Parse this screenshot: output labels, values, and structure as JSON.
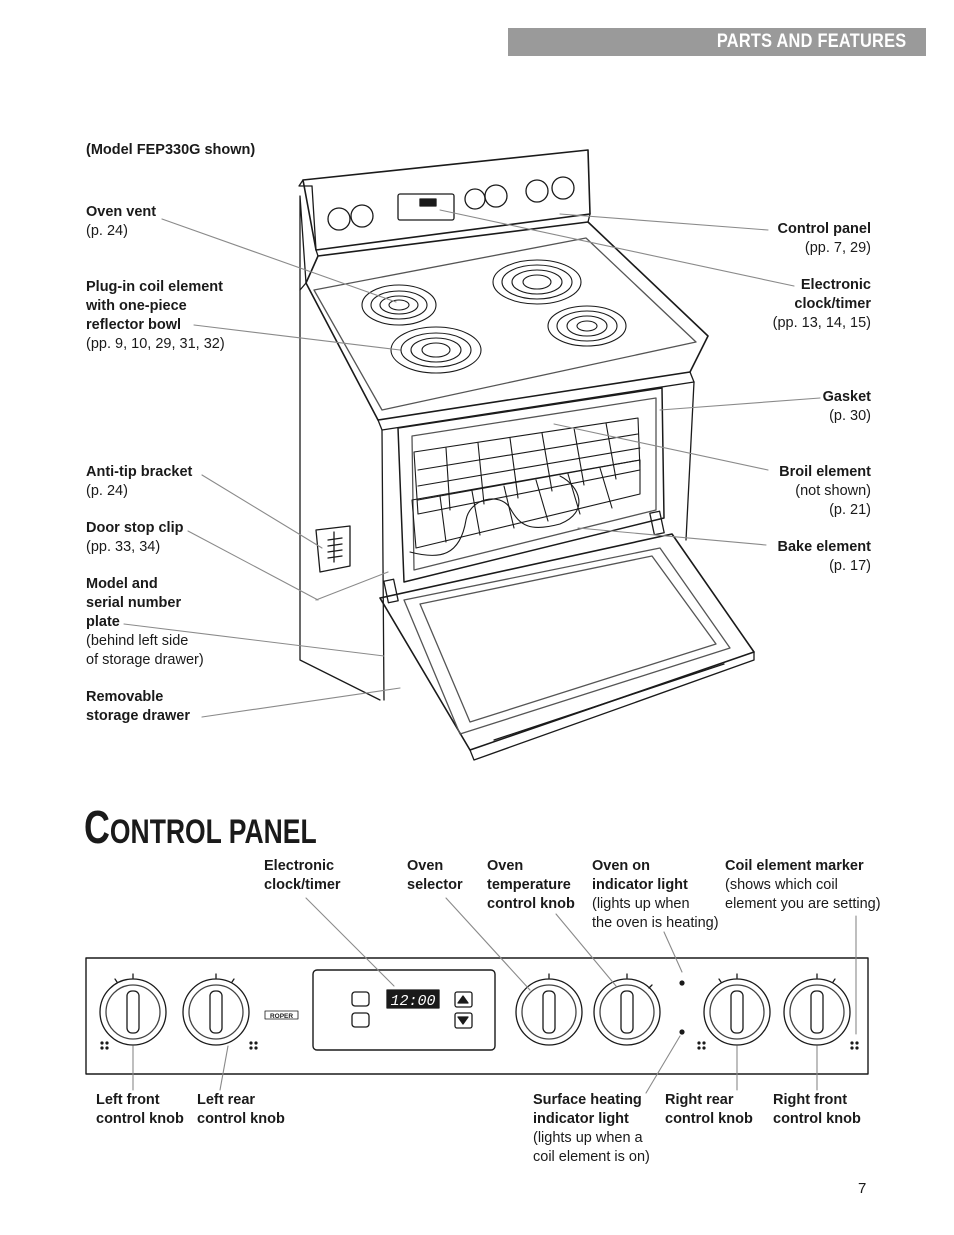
{
  "header": {
    "section": "PARTS AND FEATURES"
  },
  "model_note": "(Model FEP330G shown)",
  "range_labels": {
    "oven_vent": {
      "title": "Oven vent",
      "ref": "(p. 24)"
    },
    "plug_in_coil": {
      "title_lines": [
        "Plug-in coil element",
        "with one-piece",
        "reflector bowl"
      ],
      "ref": "(pp. 9, 10, 29, 31, 32)"
    },
    "anti_tip": {
      "title": "Anti-tip bracket",
      "ref": "(p. 24)"
    },
    "door_stop": {
      "title": "Door stop clip",
      "ref": "(pp. 33, 34)"
    },
    "model_plate": {
      "title_lines": [
        "Model and",
        "serial number",
        "plate"
      ],
      "note_lines": [
        "(behind left side",
        "of storage drawer)"
      ]
    },
    "storage_drawer": {
      "title_lines": [
        "Removable",
        "storage drawer"
      ]
    },
    "control_panel": {
      "title": "Control panel",
      "ref": "(pp. 7, 29)"
    },
    "electronic_clock": {
      "title_lines": [
        "Electronic",
        "clock/timer"
      ],
      "ref": "(pp. 13, 14, 15)"
    },
    "gasket": {
      "title": "Gasket",
      "ref": "(p. 30)"
    },
    "broil_element": {
      "title": "Broil element",
      "note": "(not shown)",
      "ref": "(p. 21)"
    },
    "bake_element": {
      "title": "Bake element",
      "ref": "(p. 17)"
    }
  },
  "section_title": {
    "cap": "C",
    "rest": "ONTROL PANEL"
  },
  "panel_labels": {
    "clock": {
      "lines": [
        "Electronic",
        "clock/timer"
      ]
    },
    "oven_selector": {
      "lines": [
        "Oven",
        "selector"
      ]
    },
    "oven_temp": {
      "lines": [
        "Oven",
        "temperature",
        "control knob"
      ]
    },
    "oven_on": {
      "lines": [
        "Oven on",
        "indicator light"
      ],
      "note_lines": [
        "(lights up when",
        "the oven is heating)"
      ]
    },
    "coil_marker": {
      "title": "Coil element marker",
      "note_lines": [
        "(shows which coil",
        "element you are setting)"
      ]
    },
    "left_front": {
      "lines": [
        "Left front",
        "control knob"
      ]
    },
    "left_rear": {
      "lines": [
        "Left rear",
        "control knob"
      ]
    },
    "surface_light": {
      "lines": [
        "Surface heating",
        "indicator light"
      ],
      "note_lines": [
        "(lights up when a",
        "coil element is on)"
      ]
    },
    "right_rear": {
      "lines": [
        "Right rear",
        "control knob"
      ]
    },
    "right_front": {
      "lines": [
        "Right front",
        "control knob"
      ]
    }
  },
  "panel": {
    "clock_display": "12:00",
    "brand": "ROPER"
  },
  "page_number": "7"
}
